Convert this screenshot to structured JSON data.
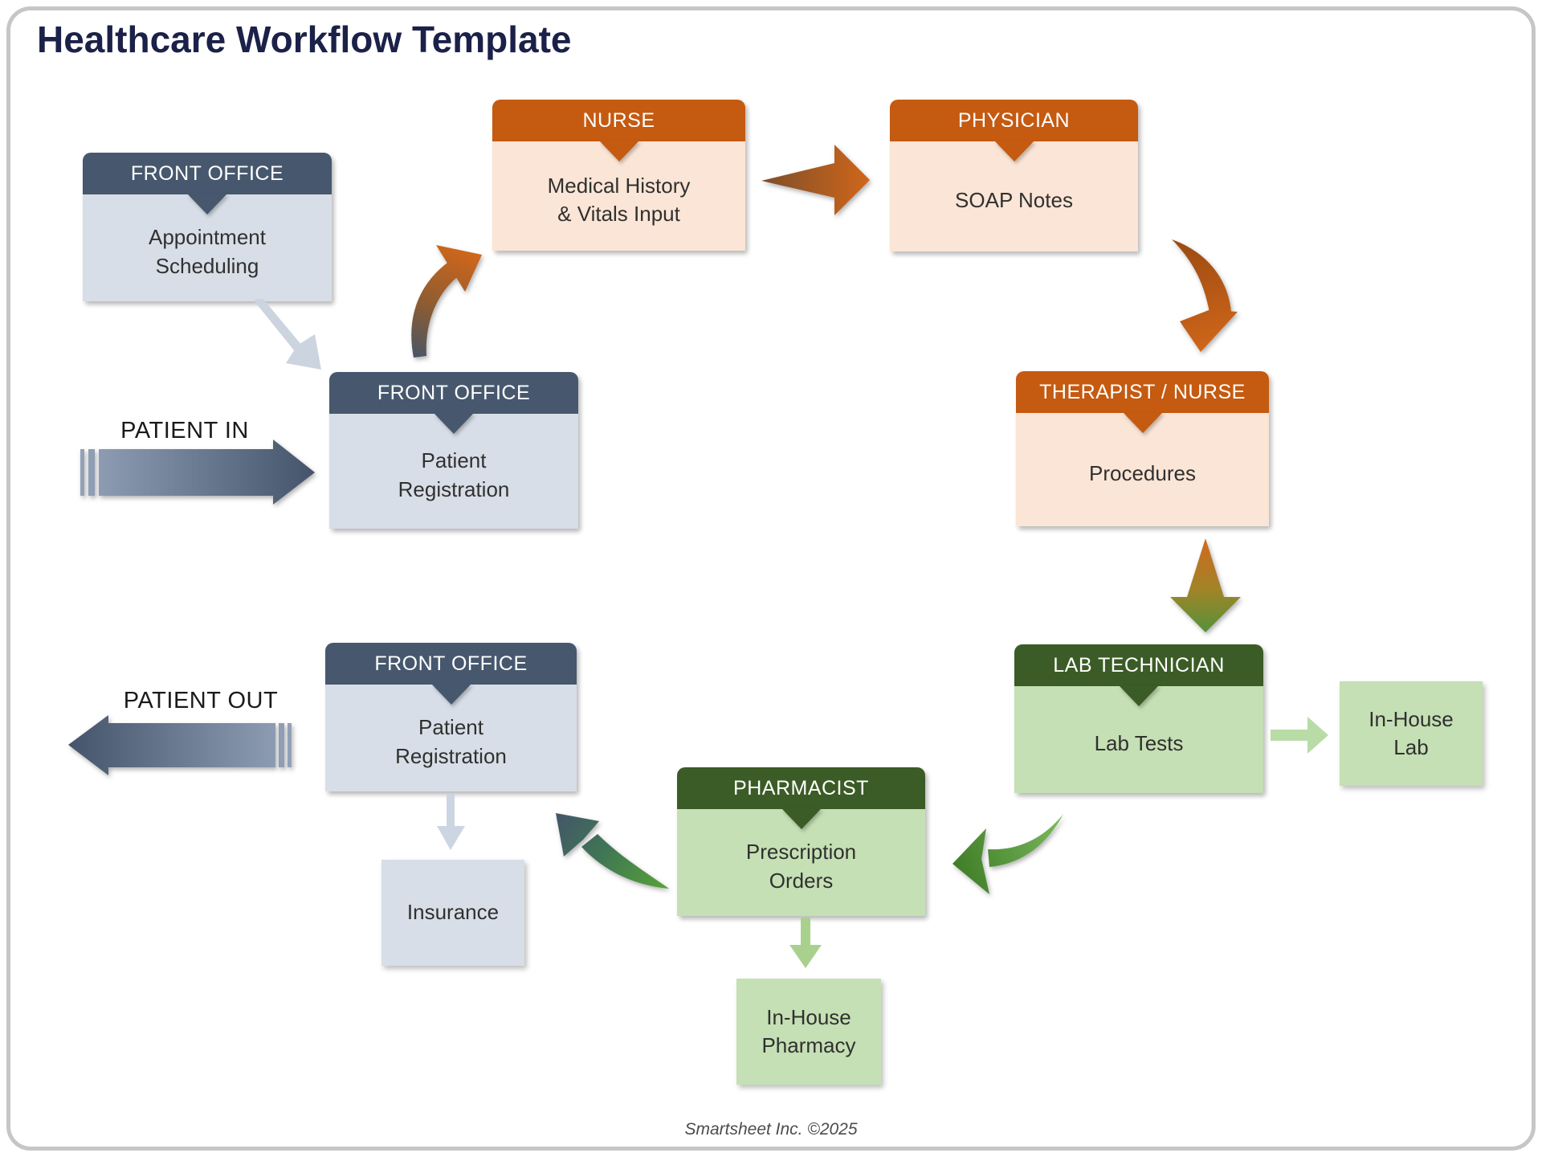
{
  "title": "Healthcare Workflow Template",
  "footer": "Smartsheet Inc. ©2025",
  "flow_labels": {
    "patient_in": "PATIENT IN",
    "patient_out": "PATIENT OUT"
  },
  "nodes": {
    "appointment": {
      "role": "FRONT OFFICE",
      "task": "Appointment\nScheduling"
    },
    "nurse": {
      "role": "NURSE",
      "task": "Medical History\n& Vitals Input"
    },
    "physician": {
      "role": "PHYSICIAN",
      "task": "SOAP Notes"
    },
    "registration1": {
      "role": "FRONT OFFICE",
      "task": "Patient\nRegistration"
    },
    "therapist": {
      "role": "THERAPIST / NURSE",
      "task": "Procedures"
    },
    "lab": {
      "role": "LAB TECHNICIAN",
      "task": "Lab Tests"
    },
    "registration2": {
      "role": "FRONT OFFICE",
      "task": "Patient\nRegistration"
    },
    "pharmacist": {
      "role": "PHARMACIST",
      "task": "Prescription\nOrders"
    }
  },
  "endpoints": {
    "inhouse_lab": "In-House\nLab",
    "insurance": "Insurance",
    "inhouse_pharmacy": "In-House\nPharmacy"
  },
  "colors": {
    "title_navy": "#1b2148",
    "slate_header": "#47586e",
    "slate_body": "#d8dee7",
    "orange_header": "#c55a11",
    "orange_body": "#fbe5d6",
    "green_header": "#3b5c26",
    "green_body": "#c5e0b4",
    "light_green_arrow": "#a9d18e",
    "pale_green_arrow": "#b9dca6",
    "light_slate_arrow": "#ccd5e2",
    "patient_arrow_dark": "#47576e",
    "patient_arrow_light": "#93a2b8",
    "border_gray": "#c6c6c6"
  }
}
